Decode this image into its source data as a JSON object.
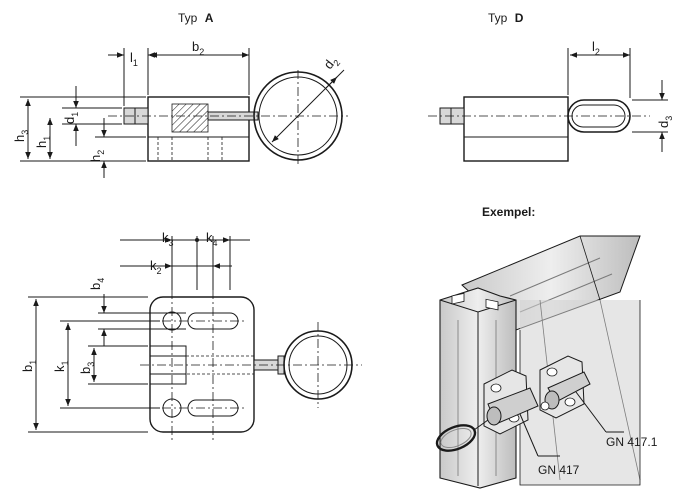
{
  "views": {
    "type_a": {
      "prefix": "Typ",
      "letter": "A"
    },
    "type_d": {
      "prefix": "Typ",
      "letter": "D"
    },
    "example": {
      "title": "Exempel:"
    }
  },
  "dimensions": {
    "l1": {
      "base": "l",
      "sub": "1"
    },
    "b2": {
      "base": "b",
      "sub": "2"
    },
    "d2": {
      "base": "d",
      "sub": "2"
    },
    "d1": {
      "base": "d",
      "sub": "1"
    },
    "h3": {
      "base": "h",
      "sub": "3"
    },
    "h1": {
      "base": "h",
      "sub": "1"
    },
    "h2": {
      "base": "h",
      "sub": "2"
    },
    "l2": {
      "base": "l",
      "sub": "2"
    },
    "d3": {
      "base": "d",
      "sub": "3"
    },
    "k3": {
      "base": "k",
      "sub": "3"
    },
    "k4": {
      "base": "k",
      "sub": "4"
    },
    "k2": {
      "base": "k",
      "sub": "2"
    },
    "b4": {
      "base": "b",
      "sub": "4"
    },
    "b1": {
      "base": "b",
      "sub": "1"
    },
    "k1": {
      "base": "k",
      "sub": "1"
    },
    "b3": {
      "base": "b",
      "sub": "3"
    }
  },
  "callouts": {
    "gn417_1": "GN 417.1",
    "gn417": "GN 417"
  }
}
